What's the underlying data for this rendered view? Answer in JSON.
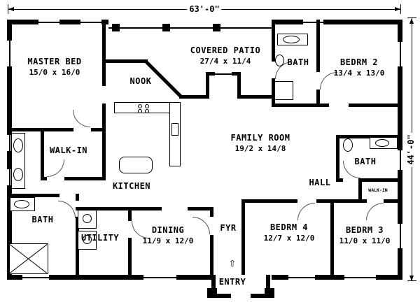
{
  "meta": {
    "drawing_type": "house floor plan"
  },
  "dimensions": {
    "width": "63'-0\"",
    "height": "44'-0\""
  },
  "rooms": [
    {
      "id": "master-bed",
      "name": "MASTER BED",
      "dims": "15/0 x 16/0"
    },
    {
      "id": "nook",
      "name": "NOOK",
      "dims": ""
    },
    {
      "id": "covered-patio",
      "name": "COVERED PATIO",
      "dims": "27/4 x 11/4"
    },
    {
      "id": "bath-top",
      "name": "BATH",
      "dims": ""
    },
    {
      "id": "bedrm-2",
      "name": "BEDRM 2",
      "dims": "13/4 x 13/0"
    },
    {
      "id": "walk-in-master",
      "name": "WALK-IN",
      "dims": ""
    },
    {
      "id": "family-room",
      "name": "FAMILY ROOM",
      "dims": "19/2 x 14/8"
    },
    {
      "id": "kitchen",
      "name": "KITCHEN",
      "dims": ""
    },
    {
      "id": "bath-right",
      "name": "BATH",
      "dims": ""
    },
    {
      "id": "hall",
      "name": "HALL",
      "dims": ""
    },
    {
      "id": "walk-in-right",
      "name": "WALK-IN",
      "dims": ""
    },
    {
      "id": "bath-left",
      "name": "BATH",
      "dims": ""
    },
    {
      "id": "utility",
      "name": "UTILITY",
      "dims": ""
    },
    {
      "id": "dining",
      "name": "DINING",
      "dims": "11/9 x 12/0"
    },
    {
      "id": "fyr",
      "name": "FYR",
      "dims": ""
    },
    {
      "id": "bedrm-4",
      "name": "BEDRM 4",
      "dims": "12/7 x 12/0"
    },
    {
      "id": "bedrm-3",
      "name": "BEDRM 3",
      "dims": "11/0 x 11/0"
    },
    {
      "id": "entry",
      "name": "ENTRY",
      "dims": ""
    }
  ],
  "symbols": {
    "entry_arrow": "⇧"
  }
}
